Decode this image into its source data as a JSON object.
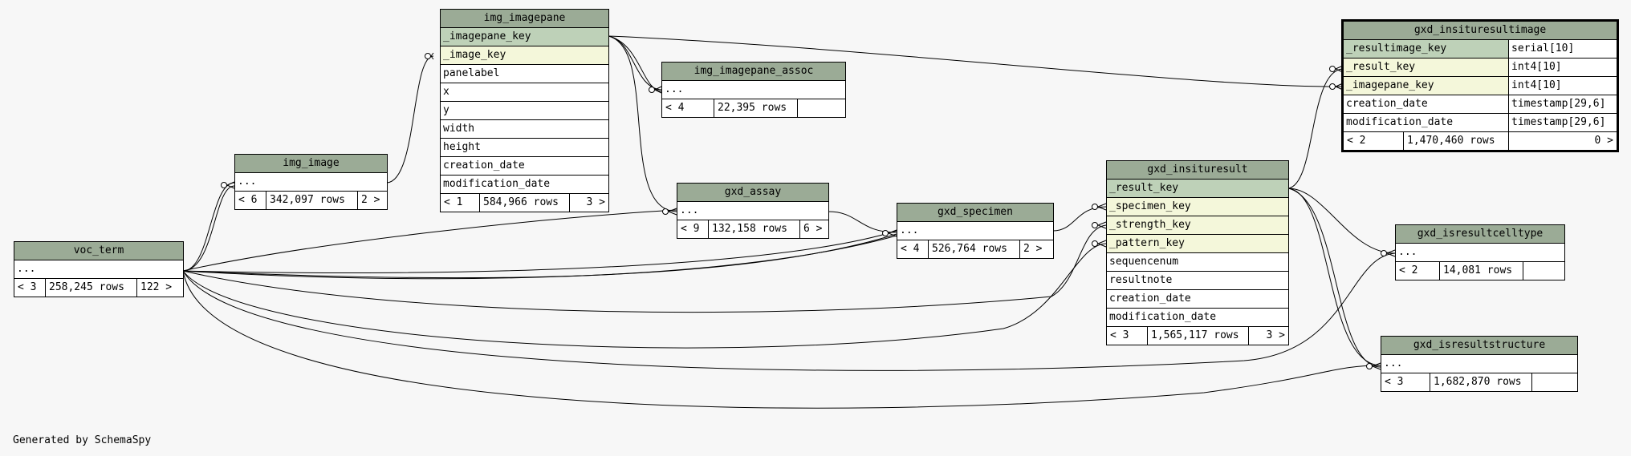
{
  "footer": {
    "generated_by": "Generated by SchemaSpy"
  },
  "colors": {
    "header": "#9bab96",
    "primary_key": "#bed1b8",
    "foreign_key": "#f4f7da",
    "line": "#000000",
    "background": "#f7f7f7"
  },
  "tables": {
    "voc_term": {
      "name": "voc_term",
      "columns": [
        "..."
      ],
      "footer": {
        "parents": "< 3",
        "rows": "258,245 rows",
        "children": "122 >"
      }
    },
    "img_image": {
      "name": "img_image",
      "columns": [
        "..."
      ],
      "footer": {
        "parents": "< 6",
        "rows": "342,097 rows",
        "children": "2 >"
      }
    },
    "img_imagepane": {
      "name": "img_imagepane",
      "columns": [
        "_imagepane_key",
        "_image_key",
        "panelabel",
        "x",
        "y",
        "width",
        "height",
        "creation_date",
        "modification_date"
      ],
      "footer": {
        "parents": "< 1",
        "rows": "584,966 rows",
        "children": "3 >"
      }
    },
    "img_imagepane_assoc": {
      "name": "img_imagepane_assoc",
      "columns": [
        "..."
      ],
      "footer": {
        "parents": "< 4",
        "rows": "22,395 rows",
        "children": ""
      }
    },
    "gxd_assay": {
      "name": "gxd_assay",
      "columns": [
        "..."
      ],
      "footer": {
        "parents": "< 9",
        "rows": "132,158 rows",
        "children": "6 >"
      }
    },
    "gxd_specimen": {
      "name": "gxd_specimen",
      "columns": [
        "..."
      ],
      "footer": {
        "parents": "< 4",
        "rows": "526,764 rows",
        "children": "2 >"
      }
    },
    "gxd_insituresult": {
      "name": "gxd_insituresult",
      "columns": [
        "_result_key",
        "_specimen_key",
        "_strength_key",
        "_pattern_key",
        "sequencenum",
        "resultnote",
        "creation_date",
        "modification_date"
      ],
      "footer": {
        "parents": "< 3",
        "rows": "1,565,117 rows",
        "children": "3 >"
      }
    },
    "gxd_insituresultimage": {
      "name": "gxd_insituresultimage",
      "columns": [
        {
          "name": "_resultimage_key",
          "type": "serial[10]"
        },
        {
          "name": "_result_key",
          "type": "int4[10]"
        },
        {
          "name": "_imagepane_key",
          "type": "int4[10]"
        },
        {
          "name": "creation_date",
          "type": "timestamp[29,6]"
        },
        {
          "name": "modification_date",
          "type": "timestamp[29,6]"
        }
      ],
      "footer": {
        "parents": "< 2",
        "rows": "1,470,460 rows",
        "children": "0 >"
      }
    },
    "gxd_isresultcelltype": {
      "name": "gxd_isresultcelltype",
      "columns": [
        "..."
      ],
      "footer": {
        "parents": "< 2",
        "rows": "14,081 rows",
        "children": ""
      }
    },
    "gxd_isresultstructure": {
      "name": "gxd_isresultstructure",
      "columns": [
        "..."
      ],
      "footer": {
        "parents": "< 3",
        "rows": "1,682,870 rows",
        "children": ""
      }
    }
  }
}
